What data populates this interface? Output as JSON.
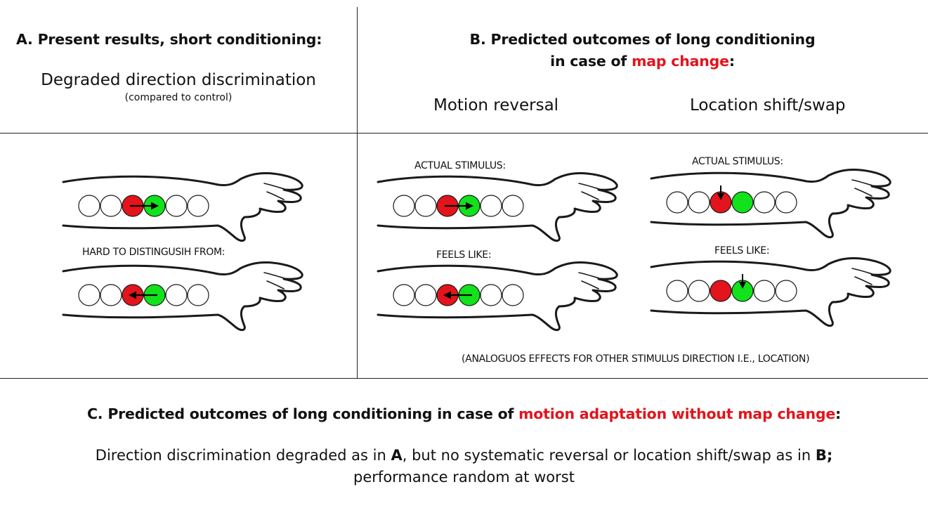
{
  "panelA": {
    "title": {
      "prefix": "A. Present results, ",
      "bold": "short",
      "suffix": " conditioning:"
    },
    "subtitle": "Degraded direction discrimination",
    "note": "(compared to control)",
    "label_bottom": "HARD TO DISTINGUSIH FROM:"
  },
  "panelB": {
    "title_line1": {
      "prefix": "B. Predicted outcomes of ",
      "bold": "long",
      "suffix": " conditioning"
    },
    "title_line2": {
      "prefix": "in case of ",
      "red": "map change",
      "suffix": ":"
    },
    "col1_heading": "Motion reversal",
    "col2_heading": "Location shift/swap",
    "label_actual": "ACTUAL STIMULUS:",
    "label_feels": "FEELS LIKE:",
    "footnote": "(ANALOGUOS EFFECTS FOR OTHER STIMULUS DIRECTION I.E., LOCATION)"
  },
  "panelC": {
    "title": {
      "prefix": "C. Predicted outcomes of ",
      "bold": "long",
      "middle": " conditioning in case of ",
      "red": "motion adaptation without map change",
      "suffix": ":"
    },
    "line1": {
      "prefix": "Direction discrimination degraded as in ",
      "boldA": "A",
      "middle": ", but no systematic reversal or location shift/swap as in ",
      "boldB": "B;"
    },
    "line2": "performance random at worst"
  },
  "colors": {
    "red": "#e3141b",
    "green": "#11e21b",
    "line": "#222222"
  },
  "arms": [
    {
      "id": "a-top",
      "circles": [
        "white",
        "white",
        "red",
        "green",
        "white",
        "white"
      ],
      "arrow": "right"
    },
    {
      "id": "a-bottom",
      "circles": [
        "white",
        "white",
        "red",
        "green",
        "white",
        "white"
      ],
      "arrow": "left"
    },
    {
      "id": "b1-top",
      "circles": [
        "white",
        "white",
        "red",
        "green",
        "white",
        "white"
      ],
      "arrow": "right"
    },
    {
      "id": "b1-bottom",
      "circles": [
        "white",
        "white",
        "red",
        "green",
        "white",
        "white"
      ],
      "arrow": "left"
    },
    {
      "id": "b2-top",
      "circles": [
        "white",
        "white",
        "red",
        "green",
        "white",
        "white"
      ],
      "arrow": "down-on-red"
    },
    {
      "id": "b2-bottom",
      "circles": [
        "white",
        "white",
        "red",
        "green",
        "white",
        "white"
      ],
      "arrow": "down-on-green"
    }
  ]
}
